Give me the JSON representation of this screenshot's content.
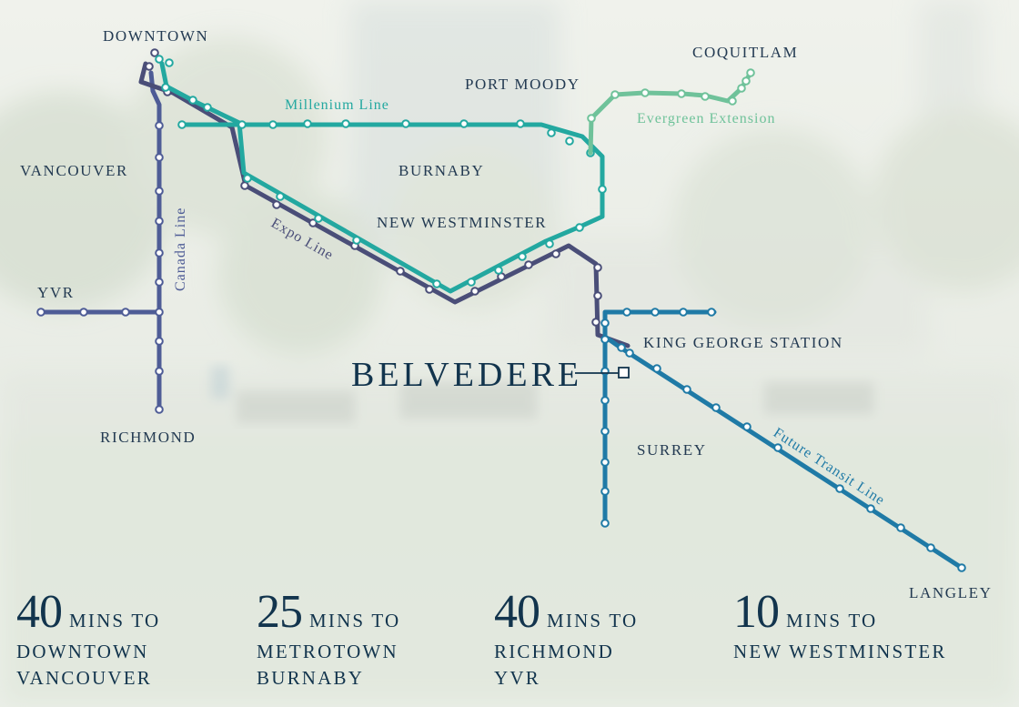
{
  "colors": {
    "expo_line": "#4a4e78",
    "millenium_line": "#23a8a0",
    "canada_line": "#4e5c96",
    "evergreen_extension": "#6fc29a",
    "future_transit_line": "#1f7aa6",
    "station_fill": "#ffffff",
    "text_dark": "#12344d"
  },
  "map": {
    "places": {
      "downtown": "DOWNTOWN",
      "coquitlam": "COQUITLAM",
      "port_moody": "PORT MOODY",
      "vancouver": "VANCOUVER",
      "burnaby": "BURNABY",
      "new_westminster": "NEW WESTMINSTER",
      "yvr": "YVR",
      "richmond": "RICHMOND",
      "king_george": "KING GEORGE STATION",
      "surrey": "SURREY",
      "langley": "LANGLEY"
    },
    "lines": {
      "millenium": "Millenium Line",
      "evergreen": "Evergreen Extension",
      "canada": "Canada Line",
      "expo": "Expo Line",
      "future": "Future Transit Line"
    },
    "project_name": "BELVEDERE"
  },
  "stats": [
    {
      "value": "40",
      "unit": "MINS TO",
      "dest1": "DOWNTOWN",
      "dest2": "VANCOUVER"
    },
    {
      "value": "25",
      "unit": "MINS TO",
      "dest1": "METROTOWN",
      "dest2": "BURNABY"
    },
    {
      "value": "40",
      "unit": "MINS TO",
      "dest1": "RICHMOND",
      "dest2": "YVR"
    },
    {
      "value": "10",
      "unit": "MINS TO",
      "dest1": "NEW WESTMINSTER",
      "dest2": ""
    }
  ]
}
